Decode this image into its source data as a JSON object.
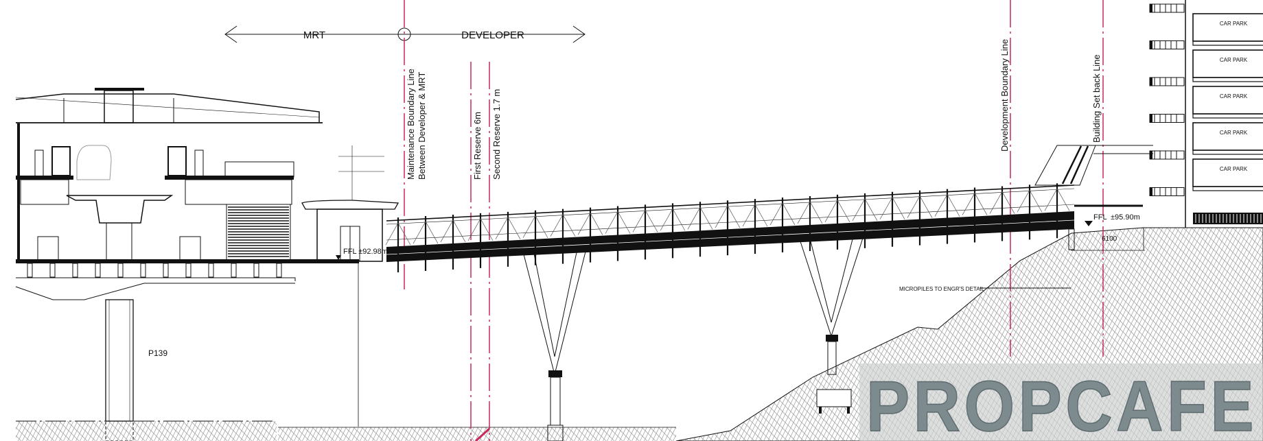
{
  "zones": {
    "left": "MRT",
    "right": "DEVELOPER"
  },
  "boundary_lines": {
    "maintenance_line1": "Maintenance Boundary Line",
    "maintenance_line2": "Between Developer & MRT",
    "first_reserve": "First Reserve 6m",
    "second_reserve": "Second Reserve 1.7 m",
    "development_boundary": "Development Boundary Line",
    "building_setback": "Building Set back Line"
  },
  "levels": {
    "station_ffl": "FFL ±92.98m",
    "ffl_label": "FFL",
    "developer_ffl_value": "±95.90m",
    "dimension": "6100"
  },
  "annotations": {
    "micropiles": "MICROPILES TO ENGR'S DETAIL",
    "pier": "P139"
  },
  "car_park": {
    "floors": [
      "CAR PARK",
      "CAR PARK",
      "CAR PARK",
      "CAR PARK",
      "CAR PARK"
    ]
  },
  "watermark": "PROPCAFE",
  "colors": {
    "boundary_line": "#c8285a",
    "ink": "#111111",
    "watermark": "#7d8a8e"
  }
}
